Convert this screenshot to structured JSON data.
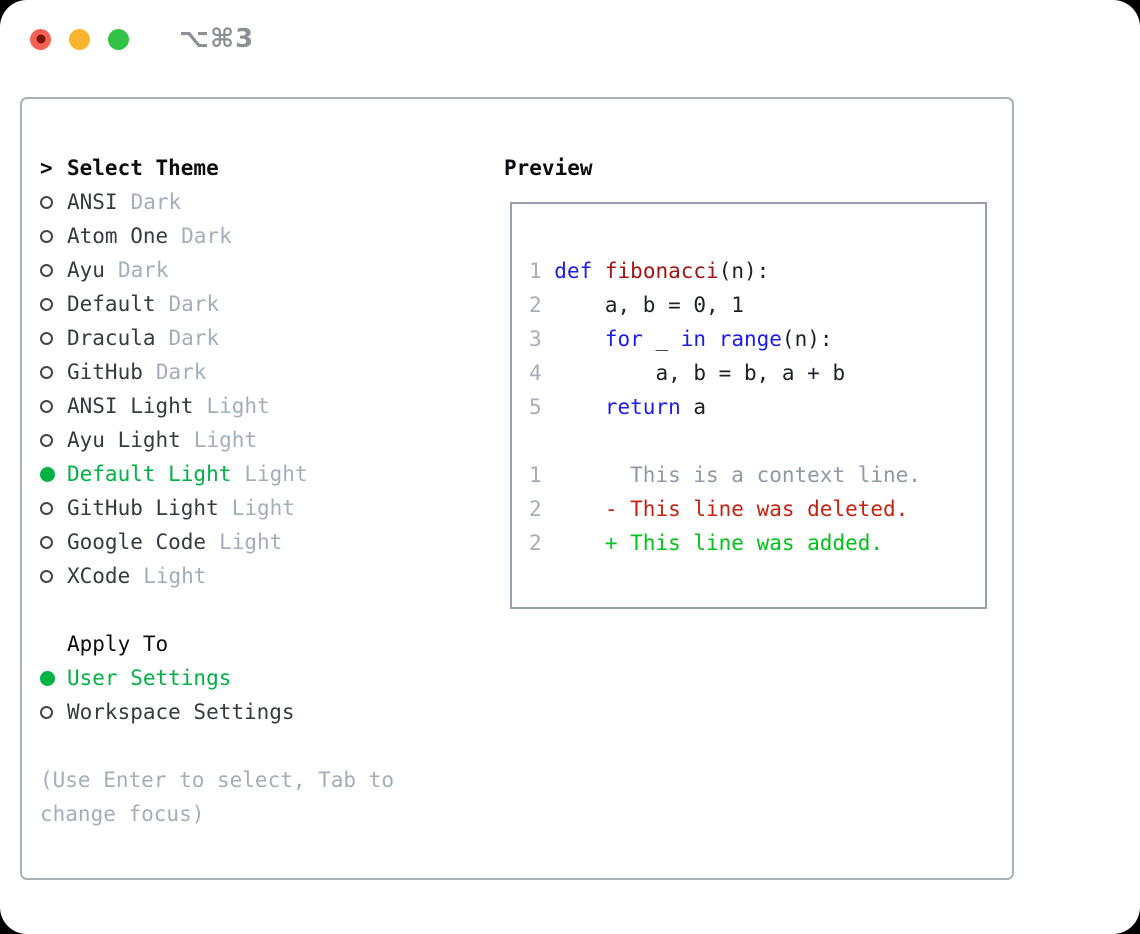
{
  "window": {
    "title": "⌥⌘3"
  },
  "traffic_lights": [
    {
      "name": "close"
    },
    {
      "name": "minimize"
    },
    {
      "name": "zoom"
    }
  ],
  "theme_selector": {
    "heading_marker": ">",
    "heading": "Select Theme",
    "themes": [
      {
        "name": "ANSI",
        "tag": "Dark",
        "selected": false
      },
      {
        "name": "Atom One",
        "tag": "Dark",
        "selected": false
      },
      {
        "name": "Ayu",
        "tag": "Dark",
        "selected": false
      },
      {
        "name": "Default",
        "tag": "Dark",
        "selected": false
      },
      {
        "name": "Dracula",
        "tag": "Dark",
        "selected": false
      },
      {
        "name": "GitHub",
        "tag": "Dark",
        "selected": false
      },
      {
        "name": "ANSI Light",
        "tag": "Light",
        "selected": false
      },
      {
        "name": "Ayu Light",
        "tag": "Light",
        "selected": false
      },
      {
        "name": "Default Light",
        "tag": "Light",
        "selected": true
      },
      {
        "name": "GitHub Light",
        "tag": "Light",
        "selected": false
      },
      {
        "name": "Google Code",
        "tag": "Light",
        "selected": false
      },
      {
        "name": "XCode",
        "tag": "Light",
        "selected": false
      }
    ]
  },
  "apply_to": {
    "heading": "Apply To",
    "options": [
      {
        "label": "User Settings",
        "selected": true
      },
      {
        "label": "Workspace Settings",
        "selected": false
      }
    ]
  },
  "hint": "(Use Enter to select, Tab to change focus)",
  "preview": {
    "heading": "Preview",
    "lines": [
      {
        "tokens": [
          [
            "1 ",
            "gut"
          ],
          [
            "def",
            "kw"
          ],
          [
            " ",
            "tx"
          ],
          [
            "fibonacci",
            "fn"
          ],
          [
            "(n):",
            "tx"
          ]
        ]
      },
      {
        "tokens": [
          [
            "2 ",
            "gut"
          ],
          [
            "    a, b = 0, 1",
            "tx"
          ]
        ]
      },
      {
        "tokens": [
          [
            "3 ",
            "gut"
          ],
          [
            "    ",
            "tx"
          ],
          [
            "for",
            "kw"
          ],
          [
            " _ ",
            "tx"
          ],
          [
            "in",
            "kw"
          ],
          [
            " ",
            "tx"
          ],
          [
            "range",
            "kw"
          ],
          [
            "(n):",
            "tx"
          ]
        ]
      },
      {
        "tokens": [
          [
            "4 ",
            "gut"
          ],
          [
            "        a, b = b, a + b",
            "tx"
          ]
        ]
      },
      {
        "tokens": [
          [
            "5 ",
            "gut"
          ],
          [
            "    ",
            "tx"
          ],
          [
            "return",
            "kw"
          ],
          [
            " a",
            "tx"
          ]
        ]
      },
      {
        "tokens": []
      },
      {
        "tokens": [
          [
            "1 ",
            "gut"
          ],
          [
            "      This is a context line.",
            "ctx"
          ]
        ]
      },
      {
        "tokens": [
          [
            "2 ",
            "gut"
          ],
          [
            "    ",
            "tx"
          ],
          [
            "- This line was deleted.",
            "del"
          ]
        ]
      },
      {
        "tokens": [
          [
            "2 ",
            "gut"
          ],
          [
            "    ",
            "tx"
          ],
          [
            "+ This line was added.",
            "add"
          ]
        ]
      }
    ]
  },
  "colors": {
    "window_bg": "#ffffff",
    "panel_border": "#a9b1bb",
    "box_border": "#98a1ab",
    "heading": "#0b0d10",
    "item": "#363b42",
    "tag": "#a4aeb9",
    "hint": "#a4aeb9",
    "gutter": "#a4aeb9",
    "context": "#8f99a4",
    "keyword": "#1c1cec",
    "function": "#a31414",
    "deleted": "#c52310",
    "added": "#00c217",
    "accent": "#00b144",
    "code": "#1d2126",
    "marker": "#42474d",
    "title": "#8c8f93",
    "traffic_red": "#f55f54",
    "traffic_red_dot": "#7c1307",
    "traffic_yellow": "#f9b52e",
    "traffic_green": "#31c345"
  }
}
